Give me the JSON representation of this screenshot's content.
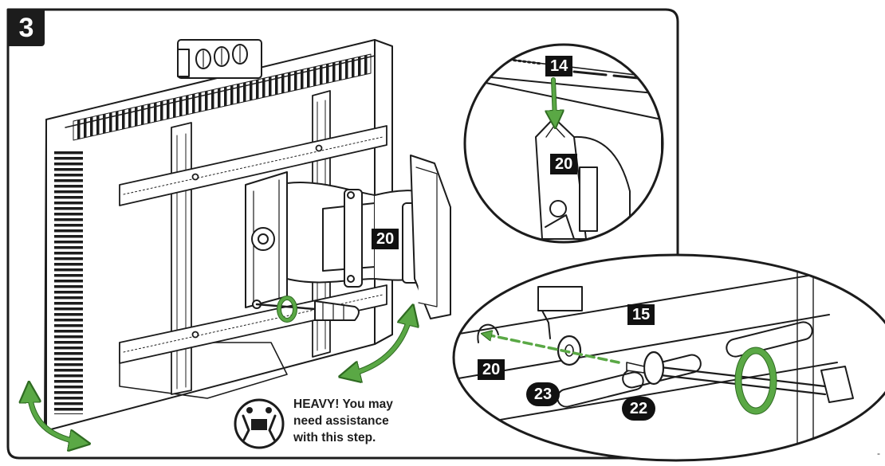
{
  "step": {
    "number": "3"
  },
  "callouts": {
    "bracket_main": "20",
    "detail_top_14": "14",
    "detail_top_20": "20",
    "detail_bottom_15": "15",
    "detail_bottom_20": "20",
    "detail_bottom_23": "23",
    "detail_bottom_22": "22"
  },
  "warning": {
    "line1": "HEAVY! You may",
    "line2": "need assistance",
    "line3": "with this step."
  },
  "colors": {
    "arrow_green": "#5aa845",
    "ink": "#1c1c1c",
    "badge_bg": "#111111"
  },
  "icons": [
    "heavy-lift-two-person-icon",
    "rotate-arrow-icon",
    "screwdriver-icon"
  ],
  "corner_mark": "-"
}
